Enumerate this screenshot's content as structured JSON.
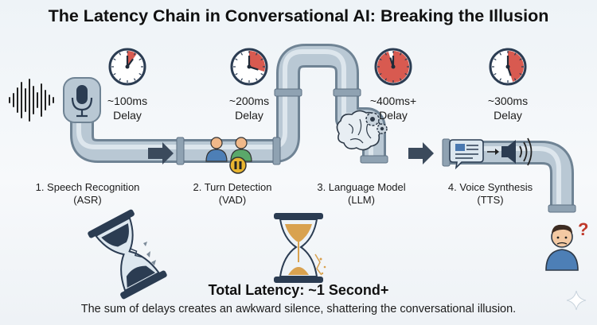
{
  "title": "The Latency Chain in Conversational AI: Breaking the Illusion",
  "stages": [
    {
      "name": "1. Speech Recognition",
      "abbr": "(ASR)",
      "delay": "~100ms",
      "delay_word": "Delay",
      "fraction": 0.1
    },
    {
      "name": "2. Turn Detection",
      "abbr": "(VAD)",
      "delay": "~200ms",
      "delay_word": "Delay",
      "fraction": 0.3
    },
    {
      "name": "3. Language Model",
      "abbr": "(LLM)",
      "delay": "~400ms+",
      "delay_word": "Delay",
      "fraction": 0.95
    },
    {
      "name": "4. Voice Synthesis",
      "abbr": "(TTS)",
      "delay": "~300ms",
      "delay_word": "Delay",
      "fraction": 0.45
    }
  ],
  "total": "Total Latency: ~1 Second+",
  "subtitle": "The sum of delays creates an awkward silence, shattering the conversational illusion.",
  "colors": {
    "pipe": "#a7b8c6",
    "pipe_dark": "#6f8394",
    "clock_red": "#d85a50",
    "sand": "#d9a24f",
    "navy": "#2b3c52",
    "question": "#c0392b"
  },
  "icons": [
    "sound-wave-icon",
    "microphone-icon",
    "people-icon",
    "pause-icon",
    "brain-gears-icon",
    "speech-bubble-icon",
    "speaker-icon",
    "confused-person-icon",
    "hourglass-broken-icon",
    "hourglass-icon",
    "sparkle-icon"
  ]
}
